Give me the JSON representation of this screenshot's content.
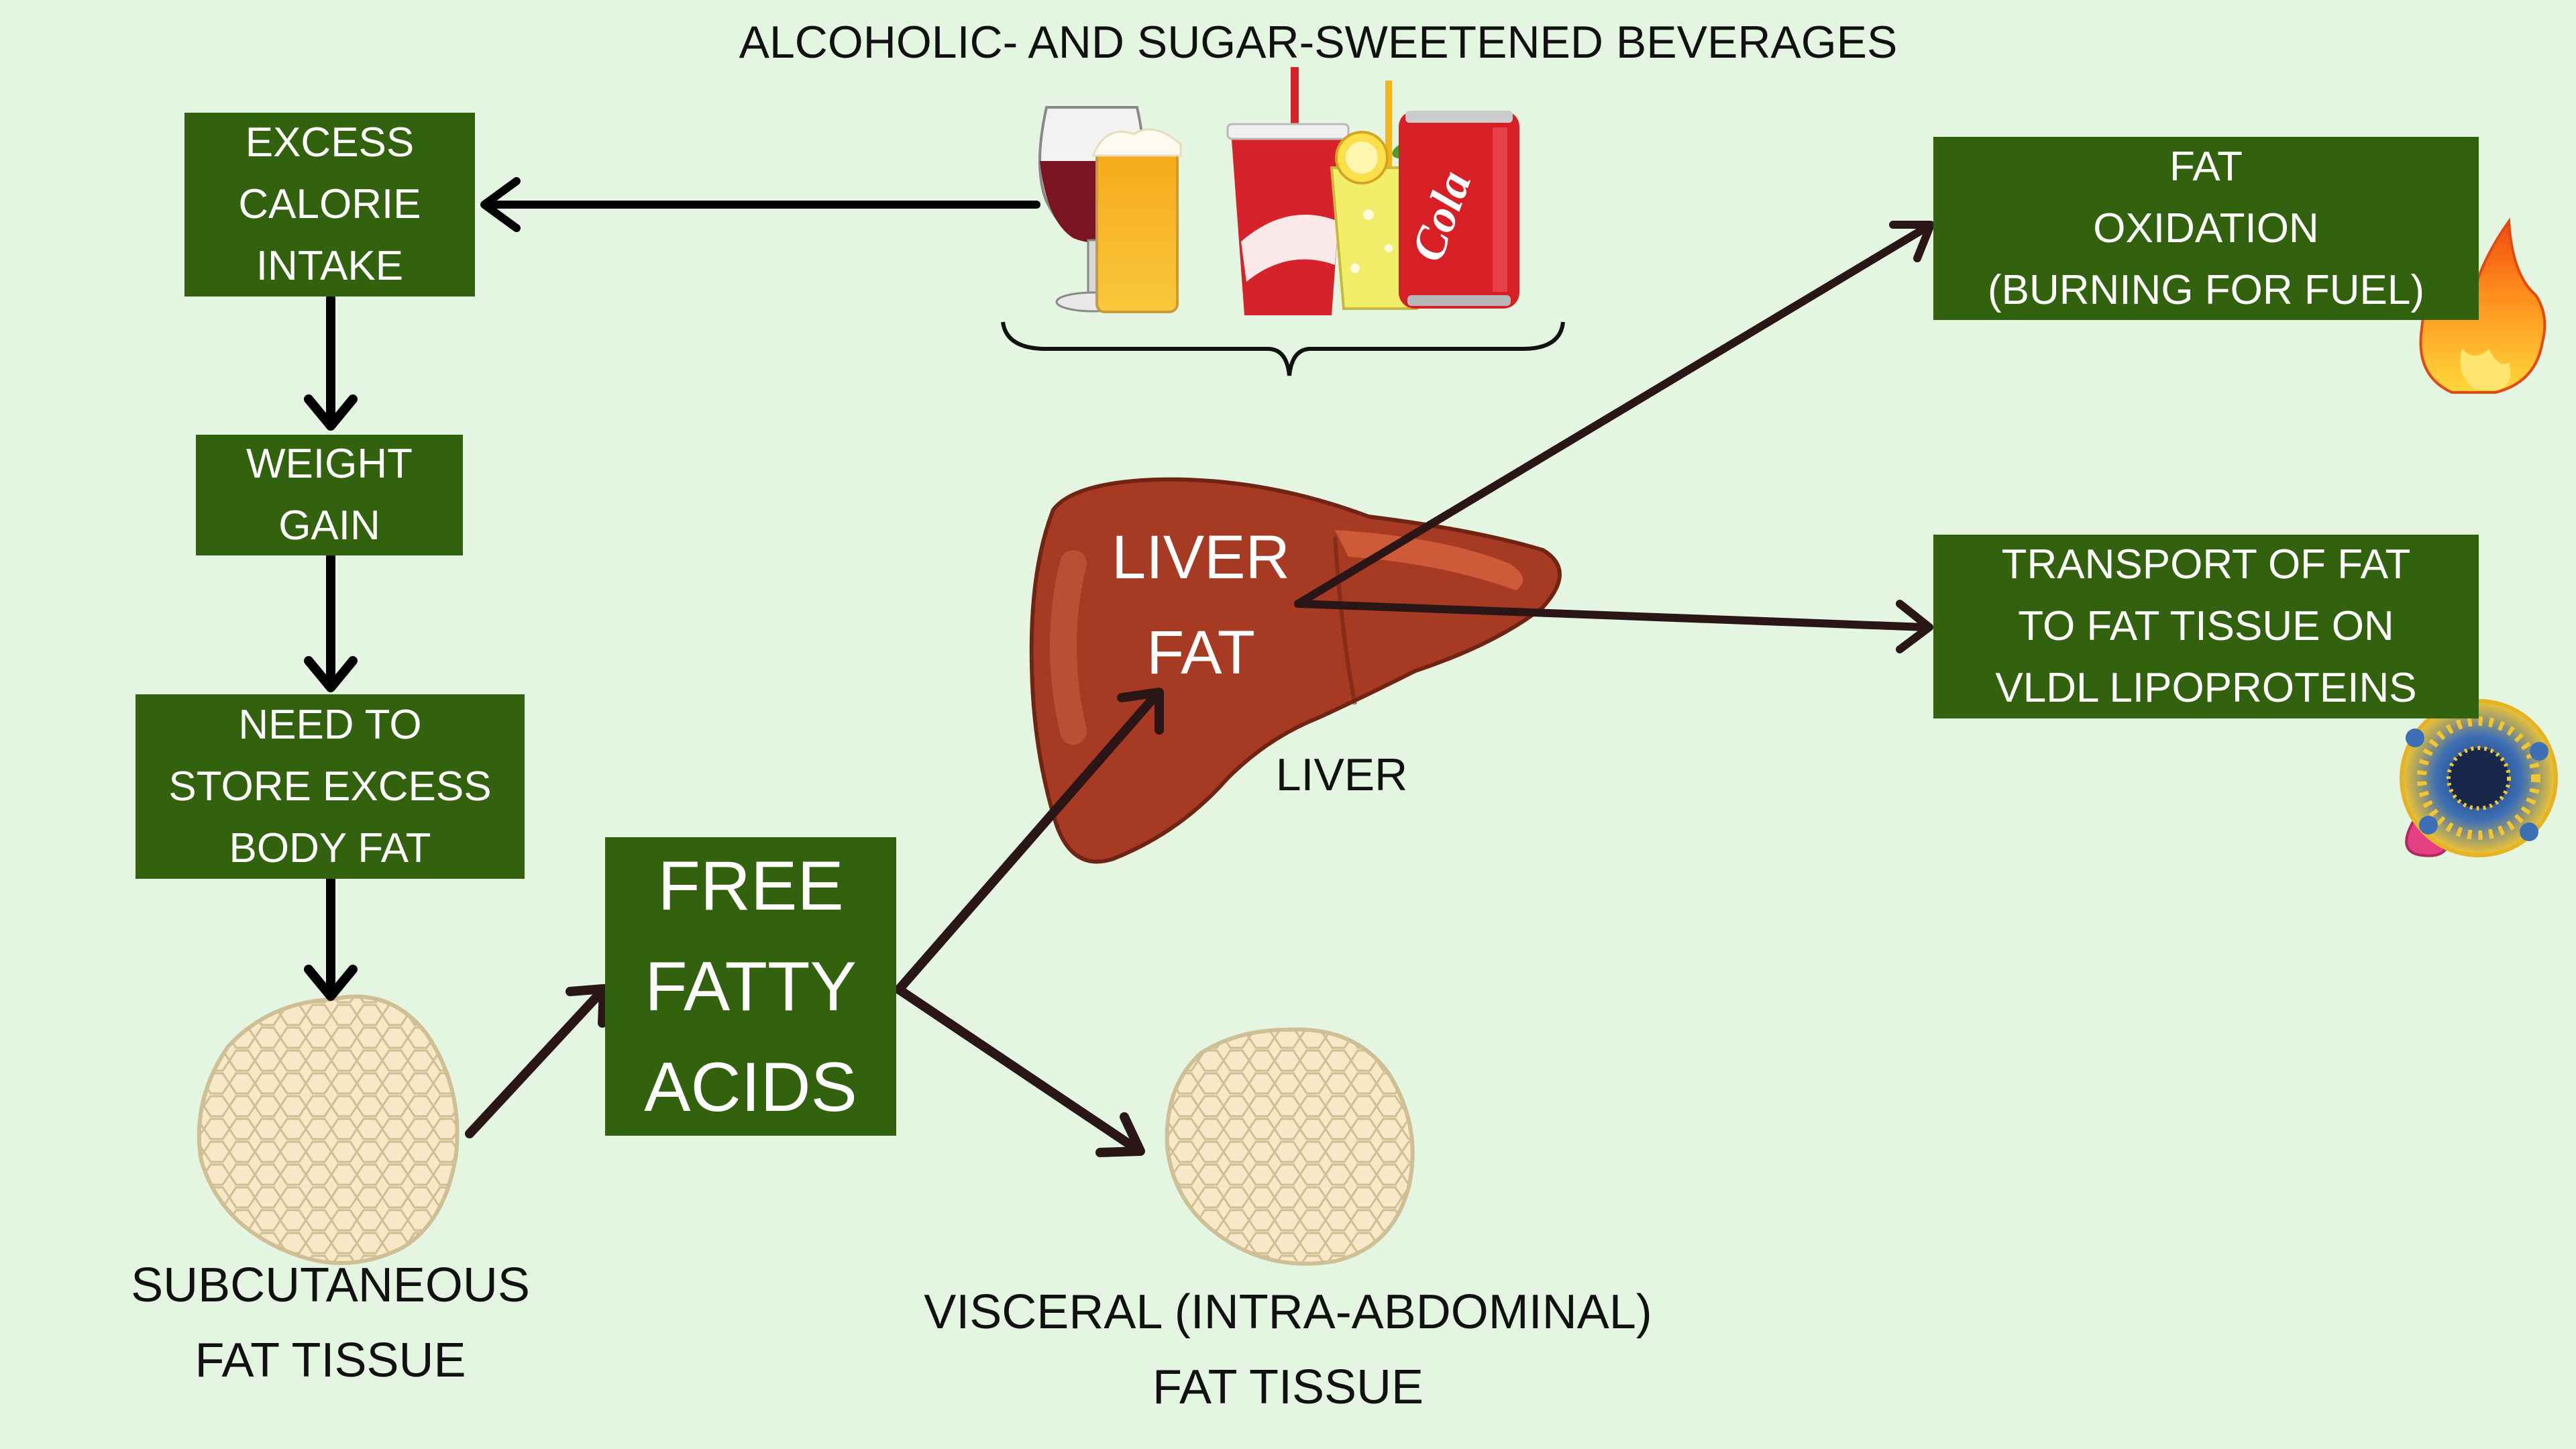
{
  "header": {
    "title": "ALCOHOLIC- AND SUGAR-SWEETENED BEVERAGES"
  },
  "boxes": {
    "excess_calorie_intake": "EXCESS\nCALORIE\nINTAKE",
    "weight_gain": "WEIGHT\nGAIN",
    "need_to_store": "NEED TO\nSTORE EXCESS\nBODY FAT",
    "free_fatty_acids": "FREE\nFATTY\nACIDS",
    "fat_oxidation": "FAT\nOXIDATION\n(BURNING FOR FUEL)",
    "transport_of_fat": "TRANSPORT OF FAT\nTO FAT TISSUE ON\nVLDL LIPOPROTEINS"
  },
  "labels": {
    "liver_fat": "LIVER\nFAT",
    "liver": "LIVER",
    "subcutaneous": "SUBCUTANEOUS\nFAT TISSUE",
    "visceral": "VISCERAL (INTRA-ABDOMINAL)\nFAT TISSUE",
    "cola_can": "Cola"
  },
  "colors": {
    "background": "#e4f6e2",
    "box_fill": "#33620f",
    "box_text": "#ffffff",
    "arrow": "#000000",
    "arrow_dark": "#2a1616",
    "liver": "#a63a22",
    "fat_cells": "#f7e9c8"
  },
  "icons": {
    "beverages": "beverages-illustration",
    "fire": "fire-icon",
    "lipoprotein": "lipoprotein-icon",
    "liver": "liver-organ-icon",
    "fat_cells": "fat-tissue-cluster-icon"
  }
}
